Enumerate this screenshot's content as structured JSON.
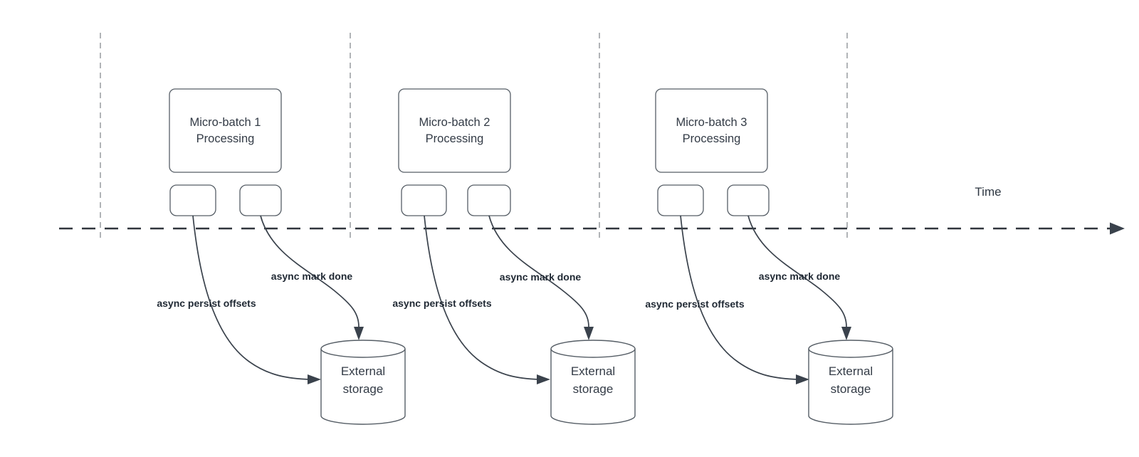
{
  "time_axis": {
    "label": "Time"
  },
  "sections": [
    {
      "box_title": "Micro-batch 1\nProcessing",
      "persist_label": "async persist offsets",
      "mark_done_label": "async mark done",
      "storage_label": "External\nstorage"
    },
    {
      "box_title": "Micro-batch 2\nProcessing",
      "persist_label": "async persist offsets",
      "mark_done_label": "async mark done",
      "storage_label": "External\nstorage"
    },
    {
      "box_title": "Micro-batch 3\nProcessing",
      "persist_label": "async persist offsets",
      "mark_done_label": "async mark done",
      "storage_label": "External\nstorage"
    }
  ],
  "colors": {
    "shape_stroke": "#565e66",
    "curve_stroke": "#3a424c",
    "arrowhead_fill": "#3a424c",
    "time_axis_stroke": "#30363d",
    "lane_divider_stroke": "#b1b4b7",
    "box_text": "#333b46",
    "bold_label_text": "#1f2833",
    "background": "#ffffff"
  }
}
